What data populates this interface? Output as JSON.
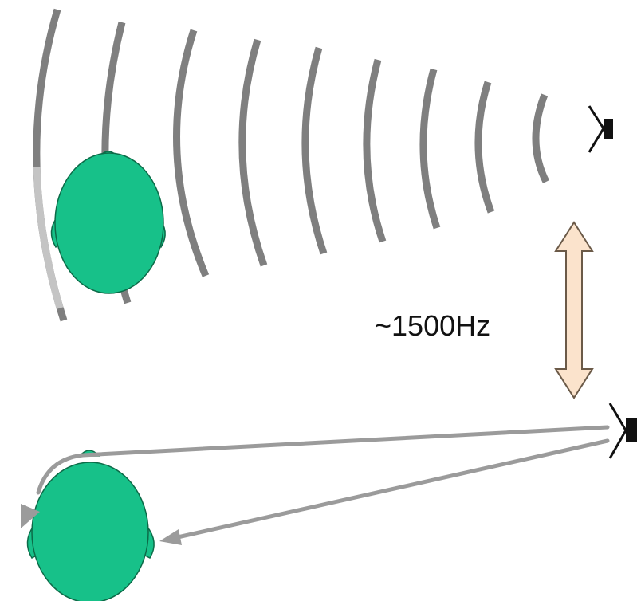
{
  "diagram": {
    "frequency_label": "~1500Hz",
    "colors": {
      "background": "#ffffff",
      "head_fill": "#17c189",
      "head_stroke": "#0c6b48",
      "wavefront": "#7f7f7f",
      "wavefront_light": "#c4c4c4",
      "path_arrow": "#9b9b9b",
      "double_arrow_fill": "#fbe3cc",
      "double_arrow_stroke": "#6b5a48",
      "speaker": "#111111"
    },
    "icons": [
      "listener-head",
      "speaker-icon",
      "double-arrow",
      "sound-wavefront",
      "sound-path-arrow"
    ]
  }
}
